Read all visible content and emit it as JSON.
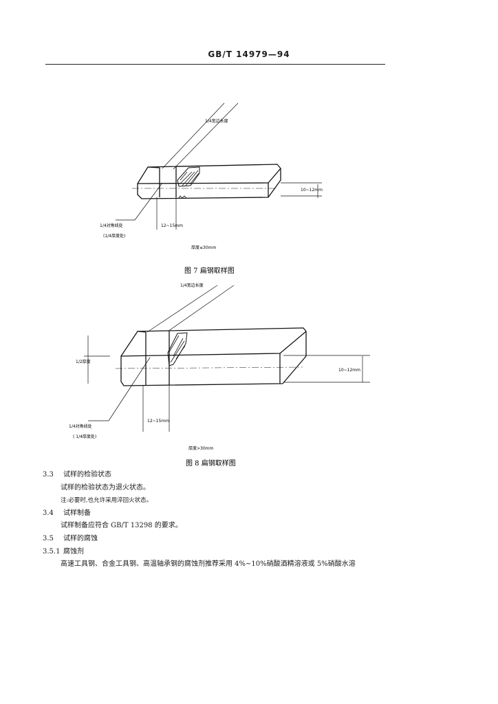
{
  "header": {
    "std_code": "GB/T 14979—94"
  },
  "figure7": {
    "label_width": "1/4宽边长度",
    "label_depth": "10~12mm",
    "label_corner": "1/4对角线处",
    "label_corner_sub": "(1/4厚度处)",
    "label_len": "12~15mm",
    "label_thickness": "厚度≤30mm",
    "caption": "图 7   扁钢取样图"
  },
  "figure8": {
    "label_width": "1/4宽边长度",
    "label_half": "1/2厚度",
    "label_depth": "10~12mm",
    "label_corner": "1/4对角线处",
    "label_corner_sub": "( 1/4厚度处)",
    "label_len": "12~15mm",
    "label_thickness": "厚度>30mm",
    "caption": "图 8   扁钢取样图"
  },
  "sections": [
    {
      "num": "3.3",
      "title": "试样的检验状态"
    },
    {
      "num": "3.4",
      "title": "试样制备"
    },
    {
      "num": "3.5",
      "title": "试样的腐蚀"
    },
    {
      "num": "3.5.1",
      "title": "腐蚀剂"
    }
  ],
  "paragraphs": {
    "p33": "试样的检验状态为退火状态。",
    "p33_note": "注:必要时,也允许采用淬回火状态。",
    "p34": "试样制备应符合 GB/T 13298 的要求。",
    "p351": "高速工具钢、合金工具钢、高温轴承钢的腐蚀剂推荐采用 4%~10%硝酸酒精溶液或 5%硝酸水溶"
  }
}
